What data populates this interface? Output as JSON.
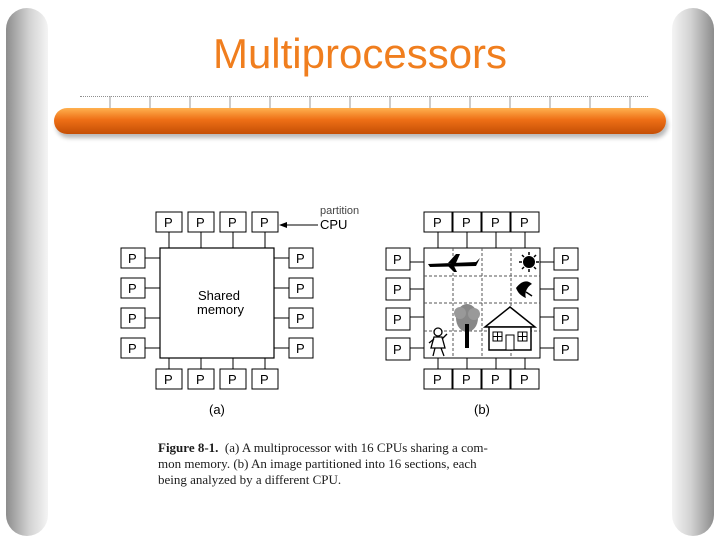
{
  "slide": {
    "title": "Multiprocessors"
  },
  "figure": {
    "cpu_label": "P",
    "shared_memory_line1": "Shared",
    "shared_memory_line2": "memory",
    "cpu_pointer_cut": "partition",
    "cpu_pointer": "CPU",
    "label_a": "(a)",
    "label_b": "(b)",
    "caption_label": "Figure 8-1.",
    "caption_line1": "(a) A multiprocessor with 16 CPUs sharing a com-",
    "caption_line2": "mon memory.  (b) An image partitioned into 16 sections, each",
    "caption_line3": "being analyzed by a different CPU."
  }
}
